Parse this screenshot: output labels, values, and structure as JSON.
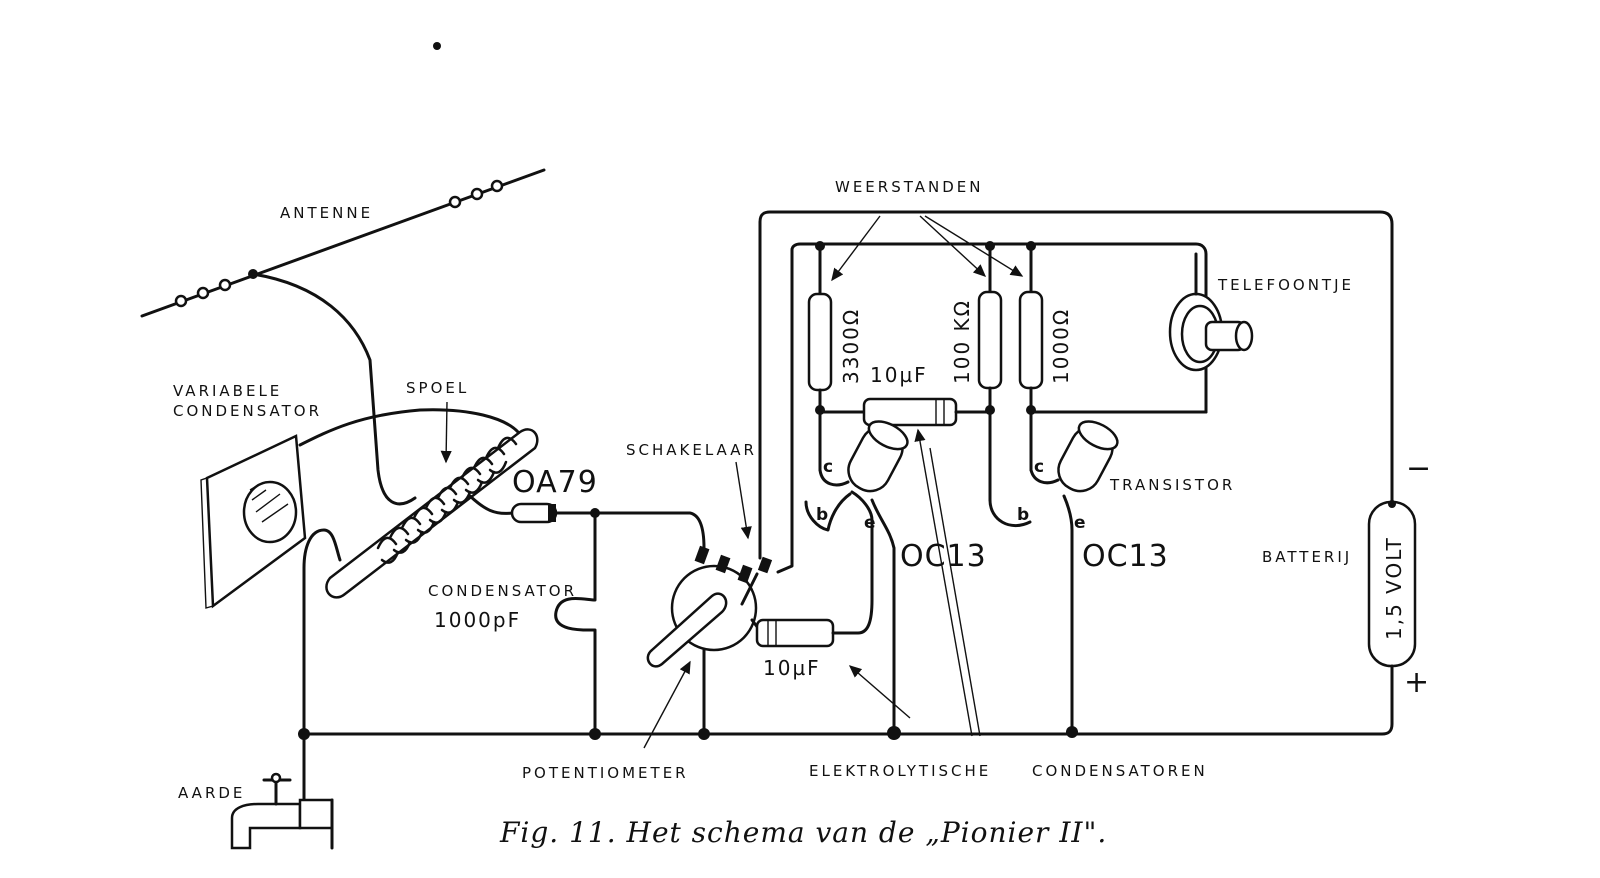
{
  "figure": {
    "caption": "Fig. 11.  Het schema van de „Pionier II\".",
    "labels": {
      "antenne": "ANTENNE",
      "variabele": "VARIABELE",
      "condensator_var": "CONDENSATOR",
      "spoel": "SPOEL",
      "oa79": "OA79",
      "schakelaar": "SCHAKELAAR",
      "condensator": "CONDENSATOR",
      "c1000pf": "1000pF",
      "potentiometer": "POTENTIOMETER",
      "weerstanden": "WEERSTANDEN",
      "r3300": "3300Ω",
      "r100k": "100 KΩ",
      "r1000": "1000Ω",
      "cap10uf_top": "10µF",
      "cap10uf_bottom": "10µF",
      "telefoontje": "TELEFOONTJE",
      "transistor": "TRANSISTOR",
      "oc13_left": "OC13",
      "oc13_right": "OC13",
      "batterij": "BATTERIJ",
      "volt": "1,5 VOLT",
      "minus": "−",
      "plus": "+",
      "elektrolytische": "ELEKTROLYTISCHE",
      "condensatoren": "CONDENSATOREN",
      "aarde": "AARDE",
      "pin_c1": "c",
      "pin_b1": "b",
      "pin_e1": "e",
      "pin_c2": "c",
      "pin_b2": "b",
      "pin_e2": "e"
    }
  }
}
